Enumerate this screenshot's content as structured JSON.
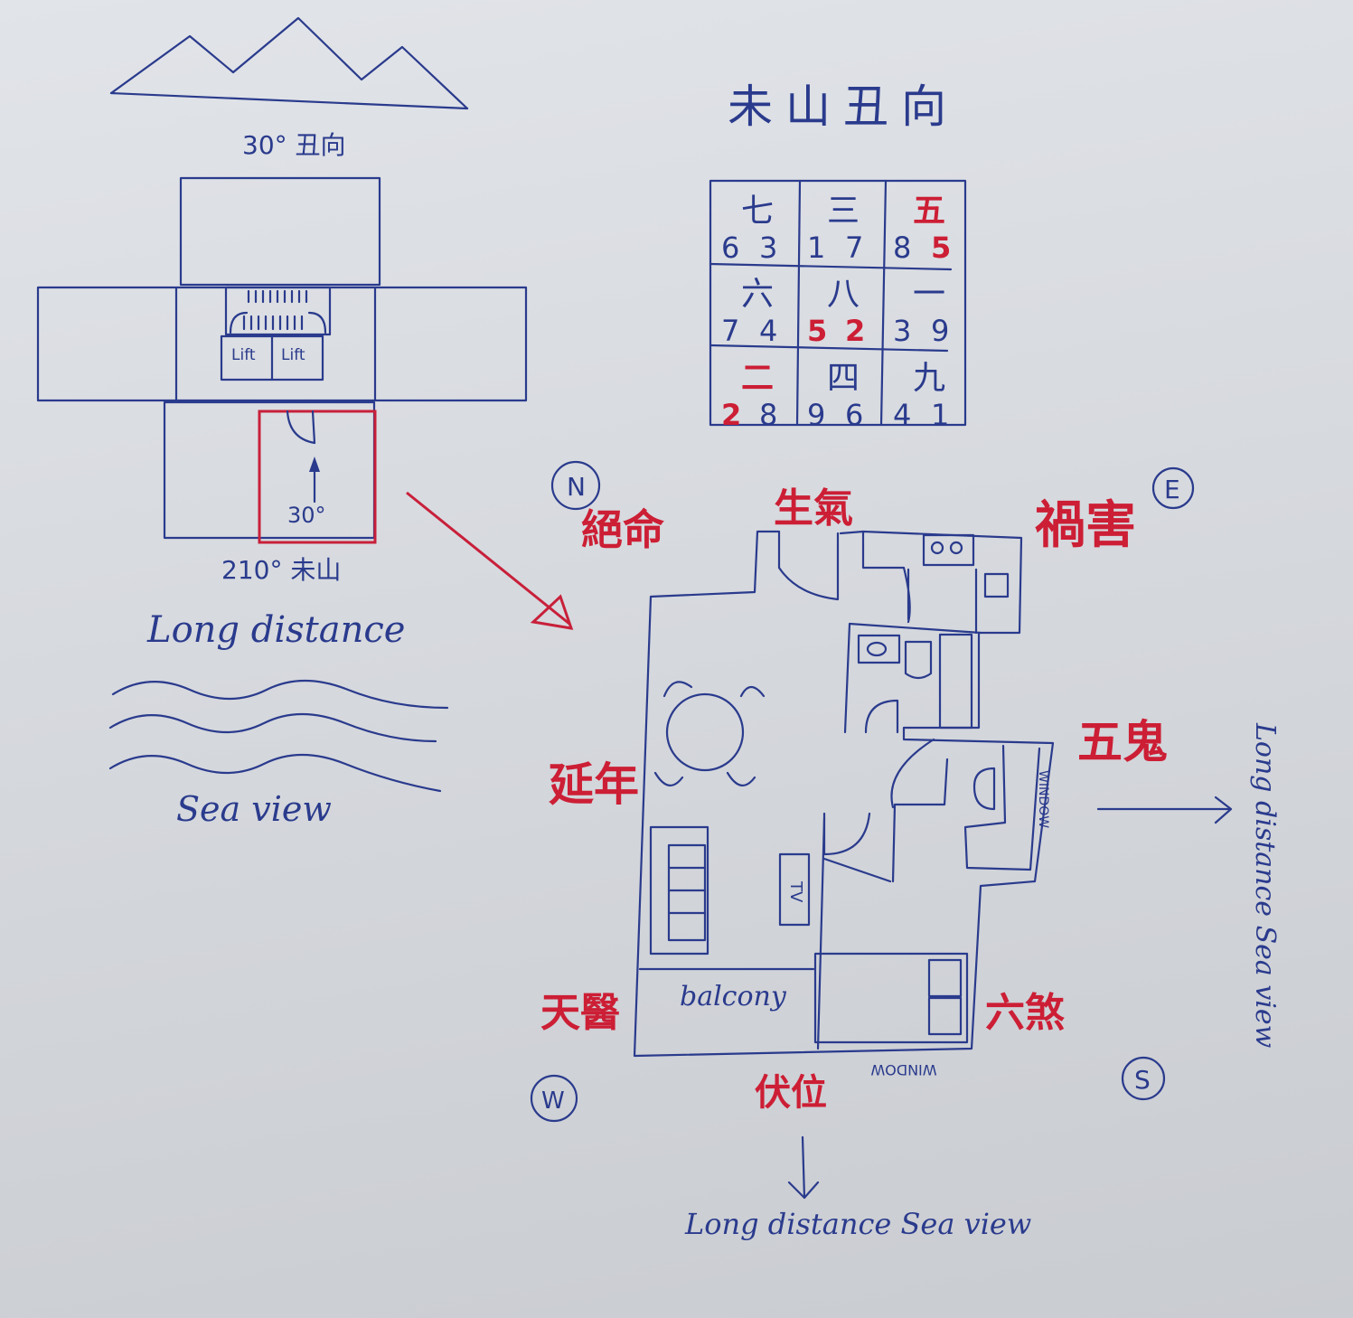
{
  "title": "未山丑向",
  "building_sketch": {
    "top_label": "30° 丑向",
    "bottom_label": "210° 未山",
    "lift_labels": [
      "Lift",
      "Lift"
    ],
    "arrow_label": "30°",
    "long_distance": "Long distance",
    "sea_view": "Sea view"
  },
  "flying_star_grid": [
    [
      {
        "base": "七",
        "left": "6",
        "right": "3",
        "hl": []
      },
      {
        "base": "三",
        "left": "1",
        "right": "7",
        "hl": []
      },
      {
        "base": "五",
        "left": "8",
        "right": "5",
        "hl": [
          "base",
          "right"
        ]
      }
    ],
    [
      {
        "base": "六",
        "left": "7",
        "right": "4",
        "hl": []
      },
      {
        "base": "八",
        "left": "5",
        "right": "2",
        "hl": [
          "left",
          "right"
        ]
      },
      {
        "base": "一",
        "left": "3",
        "right": "9",
        "hl": []
      }
    ],
    [
      {
        "base": "二",
        "left": "2",
        "right": "8",
        "hl": [
          "base",
          "left"
        ]
      },
      {
        "base": "四",
        "left": "9",
        "right": "6",
        "hl": []
      },
      {
        "base": "九",
        "left": "4",
        "right": "1",
        "hl": []
      }
    ]
  ],
  "compass": {
    "north": "N",
    "east": "E",
    "south": "S",
    "west": "W"
  },
  "sectors": {
    "nw": "絕命",
    "n": "生氣",
    "ne": "禍害",
    "w": "延年",
    "e": "五鬼",
    "sw": "天醫",
    "se": "六煞",
    "s": "伏位"
  },
  "floor_plan": {
    "balcony": "balcony",
    "tv": "TV",
    "window_east": "WINDOW",
    "window_south": "WINDOW"
  },
  "views": {
    "east": "Long distance Sea view",
    "south": "Long distance Sea view"
  },
  "colors": {
    "ink": "#2a3a8c",
    "red": "#cc1f35",
    "paper": "#d9dce1"
  }
}
